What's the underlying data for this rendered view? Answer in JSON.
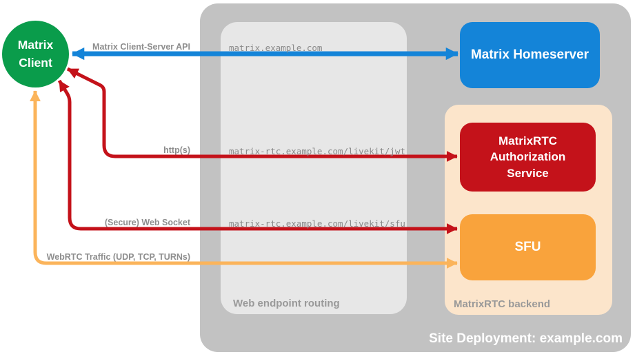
{
  "colors": {
    "green": "#0a9c4b",
    "blue": "#1484d8",
    "red": "#c4121a",
    "orange": "#f9a33c",
    "orange_arrow": "#fbb45b",
    "container_gray": "#c2c2c2",
    "routing_gray": "#e7e7e7",
    "backend_bg": "#fce5cb",
    "label_gray": "#8d8d8d",
    "panel_label_gray": "#999999",
    "mono_gray": "#8a8a8a"
  },
  "client": {
    "line1": "Matrix",
    "line2": "Client"
  },
  "homeserver": {
    "label": "Matrix Homeserver"
  },
  "backend": {
    "label": "MatrixRTC backend",
    "auth_service_label": "MatrixRTC Authorization Service",
    "sfu_label": "SFU"
  },
  "routing": {
    "label": "Web endpoint routing",
    "endpoints": [
      "matrix.example.com",
      "matrix-rtc.example.com/livekit/jwt",
      "matrix-rtc.example.com/livekit/sfu"
    ]
  },
  "site": {
    "label": "Site Deployment: example.com"
  },
  "arrows": {
    "client_server": "Matrix Client-Server API",
    "http": "http(s)",
    "websocket": "(Secure) Web Socket",
    "webrtc": "WebRTC Traffic (UDP, TCP, TURNs)"
  }
}
